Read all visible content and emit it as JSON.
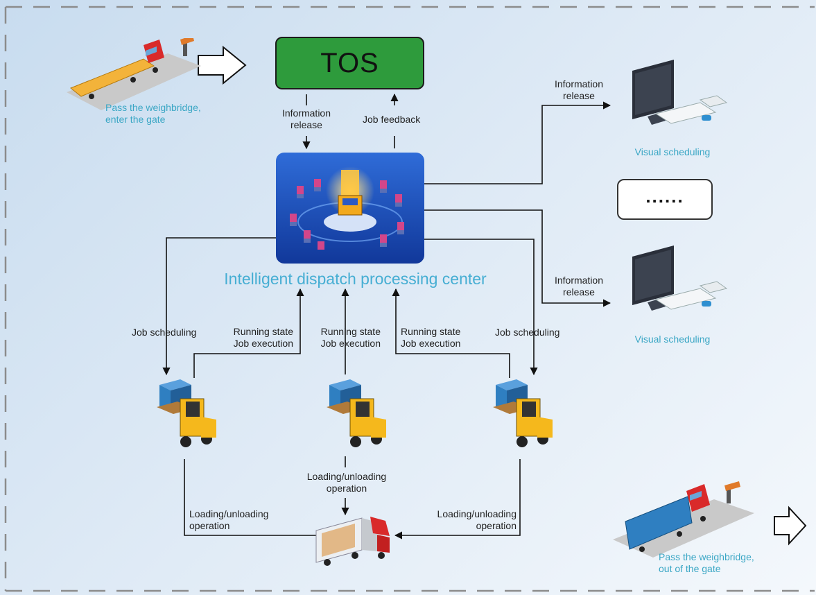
{
  "diagram": {
    "tos_label": "TOS",
    "center_title": "Intelligent dispatch processing center",
    "dots_label": "......",
    "labels": {
      "info_release_top": "Information\nrelease",
      "job_feedback": "Job feedback",
      "info_release_right_top": "Information\nrelease",
      "info_release_right_bottom": "Information\nrelease",
      "visual_scheduling_top": "Visual scheduling",
      "visual_scheduling_bottom": "Visual scheduling",
      "job_scheduling_left": "Job scheduling",
      "job_scheduling_right": "Job scheduling",
      "running_state_left": "Running state\nJob execution",
      "running_state_center": "Running state\nJob execution",
      "running_state_right": "Running state\nJob execution",
      "loading_left": "Loading/unloading\noperation",
      "loading_center": "Loading/unloading\noperation",
      "loading_right": "Loading/unloading\noperation",
      "truck_in": "Pass the weighbridge,\nenter the gate",
      "truck_out": "Pass the weighbridge,\nout of the gate"
    },
    "colors": {
      "tos_fill": "#2e9b3c",
      "center_fill": "#1b4fb0",
      "accent_text": "#3ba7c5",
      "forklift": "#f5b81c",
      "container": "#2f7fc1"
    }
  }
}
